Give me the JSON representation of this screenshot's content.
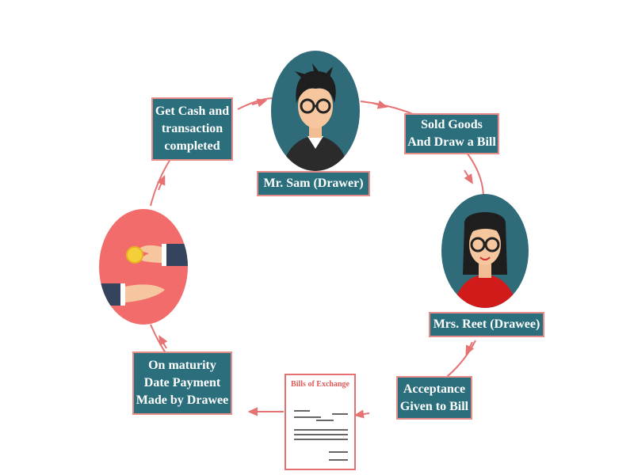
{
  "nodes": {
    "drawer": {
      "label": "Mr. Sam (Drawer)"
    },
    "sold_goods": {
      "lines": [
        "Sold Goods",
        "And Draw a Bill"
      ]
    },
    "drawee": {
      "label": "Mrs. Reet (Drawee)"
    },
    "acceptance": {
      "lines": [
        "Acceptance",
        "Given to Bill"
      ]
    },
    "bill": {
      "title": "Bills of Exchange"
    },
    "payment": {
      "lines": [
        "On maturity",
        "Date Payment",
        "Made by Drawee"
      ]
    },
    "cash": {
      "lines": [
        "Get Cash and",
        "transaction",
        "completed"
      ]
    }
  },
  "colors": {
    "label_fill": "#2b6f7d",
    "label_border": "#e88b8b",
    "cycle_line": "#e67373",
    "portrait_bg": "#2f6b78",
    "hands_bg": "#f26c6c"
  },
  "icons": [
    "man-with-glasses-icon",
    "woman-with-glasses-icon",
    "hands-exchanging-coin-icon",
    "document-icon"
  ]
}
